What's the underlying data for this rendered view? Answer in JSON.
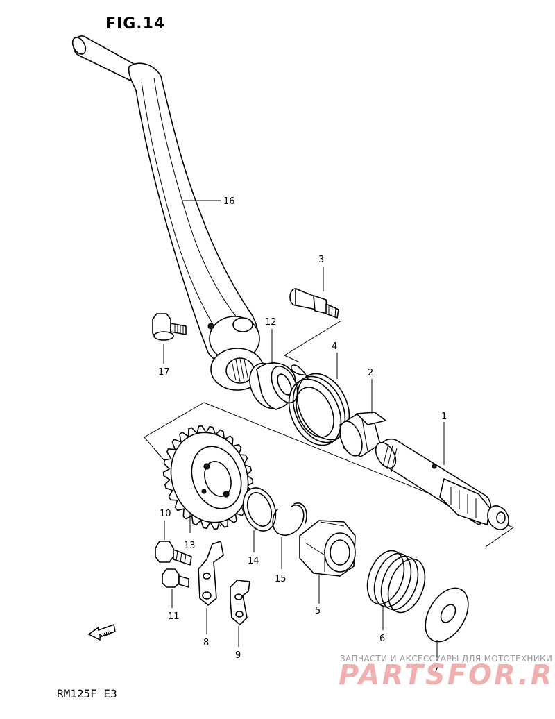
{
  "figure": {
    "title": "FIG.14",
    "model": "RM125F  E3"
  },
  "fwd_icon": {
    "label": "FWD",
    "icon": "fwd-arrow-icon"
  },
  "watermark": {
    "caption": "ЗАПЧАСТИ И АКСЕССУАРЫ ДЛЯ МОТОТЕХНИКИ",
    "logo": "PARTSFOR.RU"
  },
  "callouts": {
    "c1": "1",
    "c2": "2",
    "c3": "3",
    "c4": "4",
    "c5": "5",
    "c6": "6",
    "c7": "7",
    "c8": "8",
    "c9": "9",
    "c10": "10",
    "c11": "11",
    "c12": "12",
    "c13": "13",
    "c14": "14",
    "c15": "15",
    "c16": "16",
    "c17": "17"
  }
}
